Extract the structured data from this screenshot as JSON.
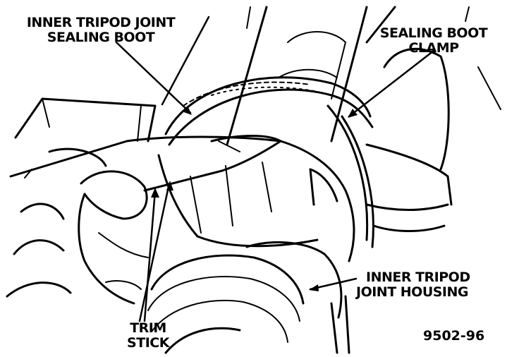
{
  "figure_id": "9502-96",
  "labels": {
    "inner_boot": [
      "INNER TRIPOD JOINT",
      "SEALING BOOT"
    ],
    "clamp": [
      "SEALING BOOT",
      "CLAMP"
    ],
    "housing": [
      "INNER TRIPOD",
      "JOINT HOUSING"
    ],
    "trim_stick": [
      "TRIM",
      "STICK"
    ]
  }
}
